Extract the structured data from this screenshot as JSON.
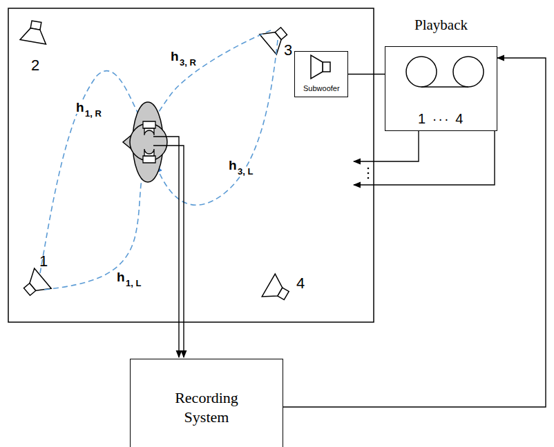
{
  "diagram": {
    "nodes": [
      {
        "text": [
          "Playback",
          "1 ··· 4"
        ]
      },
      {
        "text": [
          "Subwoofer"
        ]
      },
      {
        "text": [
          "Recording System"
        ]
      }
    ],
    "edges": [
      {
        "from": 0,
        "to": 1,
        "arrow": "none"
      },
      {
        "from": 2,
        "to": 0,
        "arrow": "to"
      }
    ],
    "labels": [
      "h",
      "1, R",
      "h",
      "3, R",
      "h",
      "3, L",
      "h",
      "1, L",
      "1",
      "2",
      "3",
      "4"
    ]
  }
}
